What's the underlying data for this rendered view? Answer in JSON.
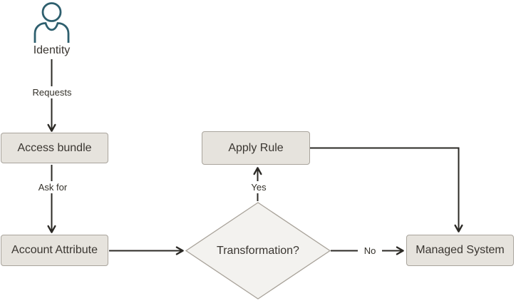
{
  "diagram": {
    "nodes": {
      "identity": {
        "label": "Identity",
        "shape": "person-icon"
      },
      "access_bundle": {
        "label": "Access bundle",
        "shape": "rect"
      },
      "account_attribute": {
        "label": "Account Attribute",
        "shape": "rect"
      },
      "apply_rule": {
        "label": "Apply Rule",
        "shape": "rect"
      },
      "transformation": {
        "label": "Transformation?",
        "shape": "diamond"
      },
      "managed_system": {
        "label": "Managed System",
        "shape": "rect"
      }
    },
    "edges": [
      {
        "from": "identity",
        "to": "access_bundle",
        "label": "Requests"
      },
      {
        "from": "access_bundle",
        "to": "account_attribute",
        "label": "Ask for"
      },
      {
        "from": "account_attribute",
        "to": "transformation",
        "label": ""
      },
      {
        "from": "transformation",
        "to": "apply_rule",
        "label": "Yes"
      },
      {
        "from": "transformation",
        "to": "managed_system",
        "label": "No"
      },
      {
        "from": "apply_rule",
        "to": "managed_system",
        "label": ""
      }
    ],
    "colors": {
      "node_fill": "#e6e3dd",
      "node_border": "#a9a49c",
      "diamond_fill": "#f3f2ef",
      "diamond_border": "#a8a299",
      "connector": "#2b2925",
      "person_icon": "#2e5f6e",
      "text": "#3a3631",
      "background": "#ffffff"
    }
  }
}
